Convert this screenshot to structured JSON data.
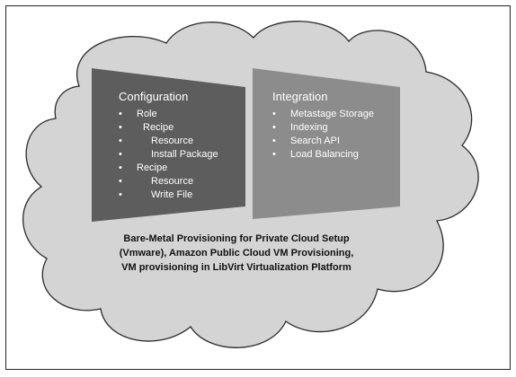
{
  "colors": {
    "cloud_fill": "#d4d4d4",
    "cloud_stroke": "#2a2a2a",
    "configuration_panel": "#5d5d5d",
    "integration_panel": "#8c8c8c",
    "panel_text": "#ffffff",
    "caption_text": "#111111"
  },
  "configuration": {
    "title": "Configuration",
    "items": [
      {
        "label": "Role",
        "level": 0
      },
      {
        "label": "Recipe",
        "level": 1
      },
      {
        "label": "Resource",
        "level": 2
      },
      {
        "label": "Install Package",
        "level": 2
      },
      {
        "label": "Recipe",
        "level": 0
      },
      {
        "label": "Resource",
        "level": 2
      },
      {
        "label": "Write File",
        "level": 2
      }
    ]
  },
  "integration": {
    "title": "Integration",
    "items": [
      {
        "label": "Metastage Storage",
        "level": 0
      },
      {
        "label": "Indexing",
        "level": 0
      },
      {
        "label": "Search API",
        "level": 0
      },
      {
        "label": "Load Balancing",
        "level": 0
      }
    ]
  },
  "cloud": {
    "caption": "Bare-Metal Provisioning for Private Cloud Setup (Vmware), Amazon Public Cloud VM Provisioning, VM provisioning in LibVirt Virtualization Platform"
  }
}
